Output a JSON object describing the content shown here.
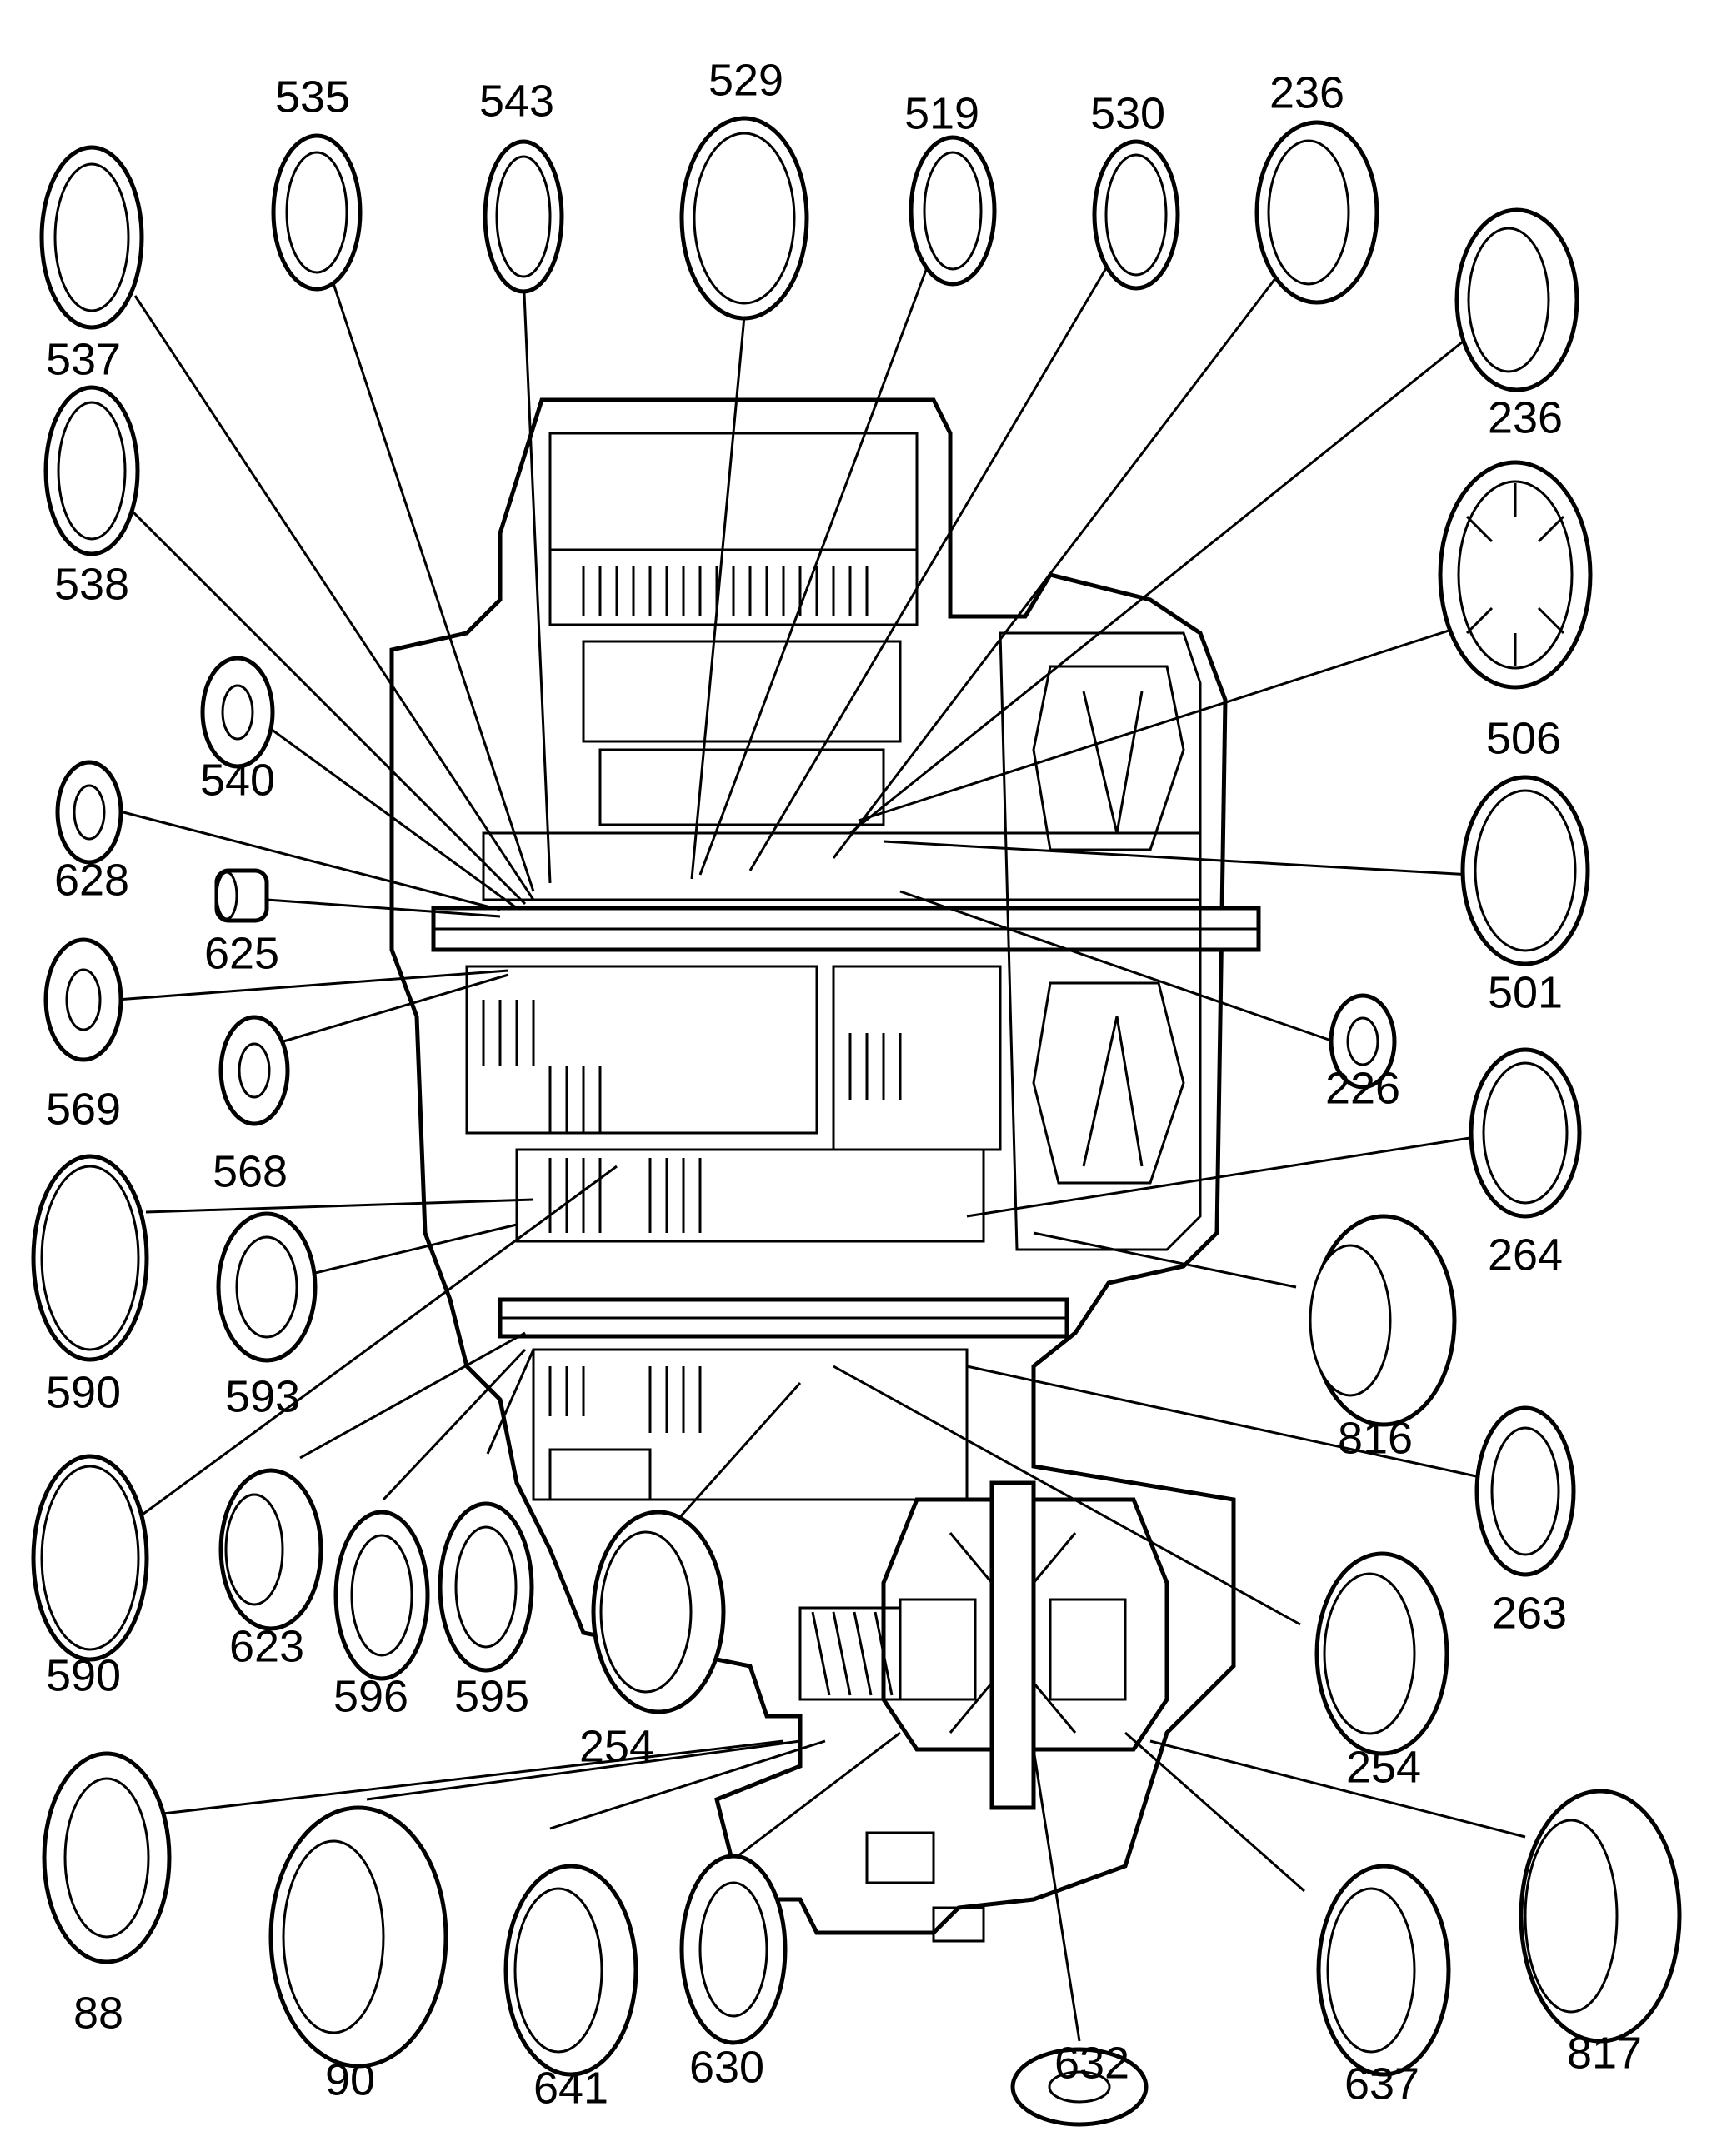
{
  "colors": {
    "ink": "#000000",
    "paper": "#ffffff"
  },
  "parts": [
    {
      "id": "535"
    },
    {
      "id": "543"
    },
    {
      "id": "529"
    },
    {
      "id": "519"
    },
    {
      "id": "530"
    },
    {
      "id": "236a",
      "label": "236"
    },
    {
      "id": "537"
    },
    {
      "id": "236b",
      "label": "236"
    },
    {
      "id": "538"
    },
    {
      "id": "506"
    },
    {
      "id": "540"
    },
    {
      "id": "628"
    },
    {
      "id": "625"
    },
    {
      "id": "501"
    },
    {
      "id": "569"
    },
    {
      "id": "226"
    },
    {
      "id": "568"
    },
    {
      "id": "264"
    },
    {
      "id": "590a",
      "label": "590"
    },
    {
      "id": "593"
    },
    {
      "id": "816"
    },
    {
      "id": "263"
    },
    {
      "id": "590b",
      "label": "590"
    },
    {
      "id": "623"
    },
    {
      "id": "596"
    },
    {
      "id": "595"
    },
    {
      "id": "254a",
      "label": "254"
    },
    {
      "id": "254b",
      "label": "254"
    },
    {
      "id": "88"
    },
    {
      "id": "90"
    },
    {
      "id": "641"
    },
    {
      "id": "630"
    },
    {
      "id": "632"
    },
    {
      "id": "637"
    },
    {
      "id": "817"
    }
  ]
}
